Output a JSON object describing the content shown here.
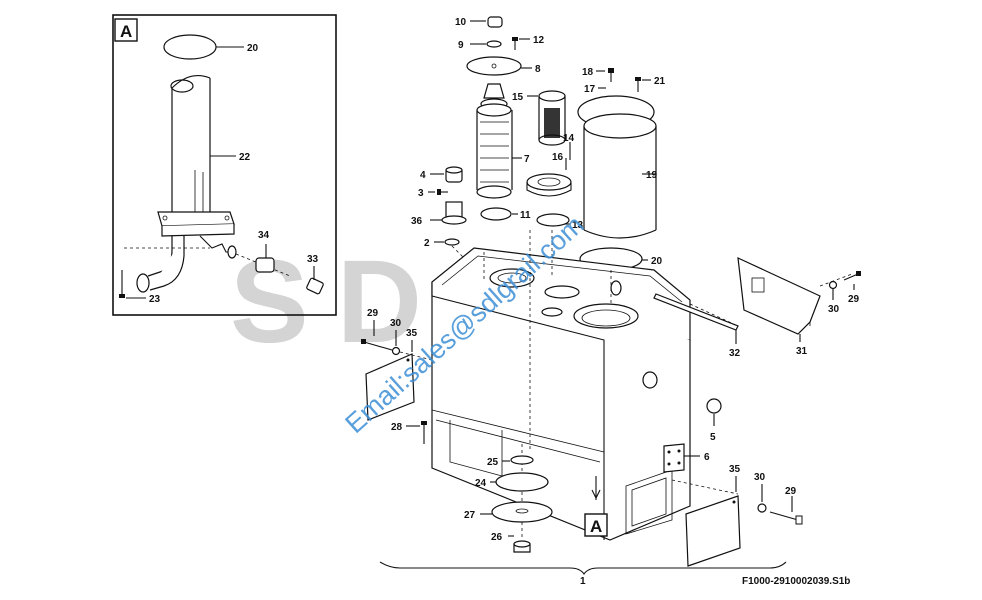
{
  "diagram": {
    "callouts": {
      "c1": "1",
      "c2": "2",
      "c3": "3",
      "c4": "4",
      "c5": "5",
      "c6": "6",
      "c7": "7",
      "c8": "8",
      "c9": "9",
      "c10": "10",
      "c11": "11",
      "c12": "12",
      "c13": "13",
      "c14": "14",
      "c15": "15",
      "c16": "16",
      "c17": "17",
      "c18": "18",
      "c19": "19",
      "c20": "20",
      "c20a": "20",
      "c21": "21",
      "c22": "22",
      "c23": "23",
      "c24": "24",
      "c25": "25",
      "c26": "26",
      "c27": "27",
      "c28": "28",
      "c29a": "29",
      "c29b": "29",
      "c29c": "29",
      "c30a": "30",
      "c30b": "30",
      "c30c": "30",
      "c31": "31",
      "c32": "32",
      "c33": "33",
      "c34": "34",
      "c35a": "35",
      "c35b": "35",
      "c36": "36"
    },
    "detail_label": "A",
    "view_marker": "A",
    "reference_code": "F1000-2910002039.S1b",
    "watermark_text": "SDLG",
    "email_watermark": "Email:sales@sdlgrail.com",
    "colors": {
      "line": "#111111",
      "watermark": "#d4d4d4",
      "email": "#3d8fd6"
    }
  }
}
